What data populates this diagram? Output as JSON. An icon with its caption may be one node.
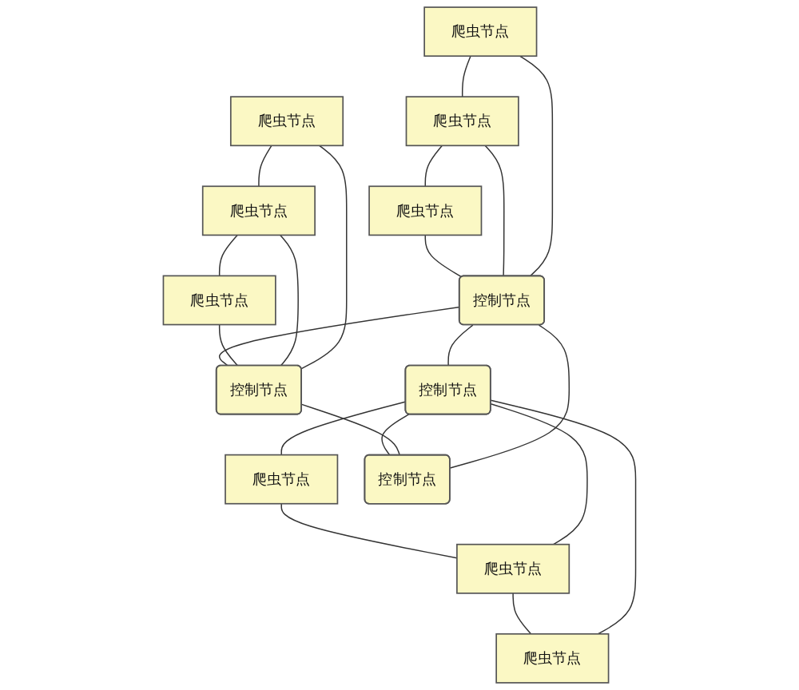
{
  "diagram": {
    "nodes": [
      {
        "text": [
          "爬虫节点"
        ]
      },
      {
        "text": [
          "爬虫节点"
        ]
      },
      {
        "text": [
          "爬虫节点"
        ]
      },
      {
        "text": [
          "控制节点"
        ]
      },
      {
        "text": [
          "爬虫节点"
        ]
      },
      {
        "text": [
          "爬虫节点"
        ]
      },
      {
        "text": [
          "爬虫节点"
        ]
      },
      {
        "text": [
          "控制节点"
        ]
      },
      {
        "text": [
          "控制节点"
        ]
      },
      {
        "text": [
          "爬虫节点"
        ]
      },
      {
        "text": [
          "爬虫节点"
        ]
      },
      {
        "text": [
          "爬虫节点"
        ]
      },
      {
        "text": [
          "控制节点"
        ]
      }
    ],
    "edges": [
      {
        "from": 0,
        "to": 1,
        "arrow": "none"
      },
      {
        "from": 1,
        "to": 2,
        "arrow": "none"
      },
      {
        "from": 0,
        "to": 3,
        "arrow": "none"
      },
      {
        "from": 1,
        "to": 3,
        "arrow": "none"
      },
      {
        "from": 2,
        "to": 3,
        "arrow": "none"
      },
      {
        "from": 4,
        "to": 5,
        "arrow": "none"
      },
      {
        "from": 5,
        "to": 6,
        "arrow": "none"
      },
      {
        "from": 4,
        "to": 7,
        "arrow": "none"
      },
      {
        "from": 5,
        "to": 7,
        "arrow": "none"
      },
      {
        "from": 6,
        "to": 7,
        "arrow": "none"
      },
      {
        "from": 3,
        "to": 7,
        "arrow": "none"
      },
      {
        "from": 3,
        "to": 8,
        "arrow": "none"
      },
      {
        "from": 3,
        "to": 12,
        "arrow": "none"
      },
      {
        "from": 7,
        "to": 12,
        "arrow": "none"
      },
      {
        "from": 8,
        "to": 12,
        "arrow": "none"
      },
      {
        "from": 8,
        "to": 9,
        "arrow": "none"
      },
      {
        "from": 8,
        "to": 10,
        "arrow": "none"
      },
      {
        "from": 8,
        "to": 11,
        "arrow": "none"
      },
      {
        "from": 9,
        "to": 10,
        "arrow": "none"
      },
      {
        "from": 10,
        "to": 11,
        "arrow": "none"
      }
    ]
  }
}
